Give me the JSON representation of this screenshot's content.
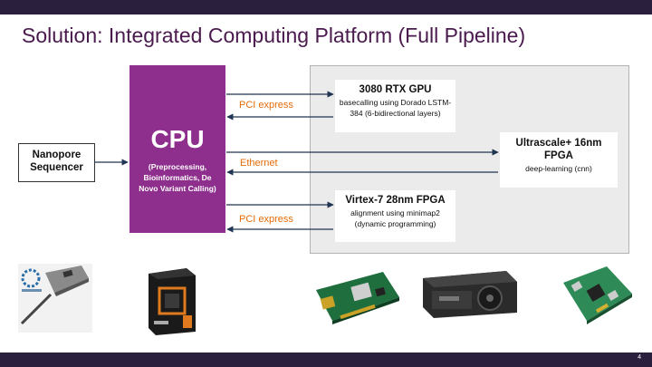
{
  "slide": {
    "title": "Solution: Integrated Computing Platform (Full Pipeline)",
    "page_number": "4"
  },
  "cpu": {
    "title": "CPU",
    "subtitle": "(Preprocessing, Bioinformatics, De Novo Variant Calling)"
  },
  "sequencer": {
    "label": "Nanopore Sequencer"
  },
  "gpu": {
    "title": "3080 RTX GPU",
    "desc": "basecalling using Dorado LSTM-384 (6-bidirectional layers)"
  },
  "ultrascale": {
    "title": "Ultrascale+ 16nm FPGA",
    "desc": "deep-learning (cnn)"
  },
  "virtex": {
    "title": "Virtex-7 28nm FPGA",
    "desc": "alignment using minimap2 (dynamic programming)"
  },
  "links": {
    "gpu_link": "PCI express",
    "fpga_link": "Ethernet",
    "virtex_link": "PCI express"
  },
  "colors": {
    "cpu": "#8e2f8e",
    "title": "#4a1a4e",
    "link_label": "#e46c0a",
    "arrow": "#1f3552",
    "bars": "#2a1f3d"
  },
  "images": [
    "nanopore-device-icon",
    "amd-cpu-box-icon",
    "fpga-board-icon",
    "rtx-gpu-card-icon",
    "dev-board-icon"
  ]
}
